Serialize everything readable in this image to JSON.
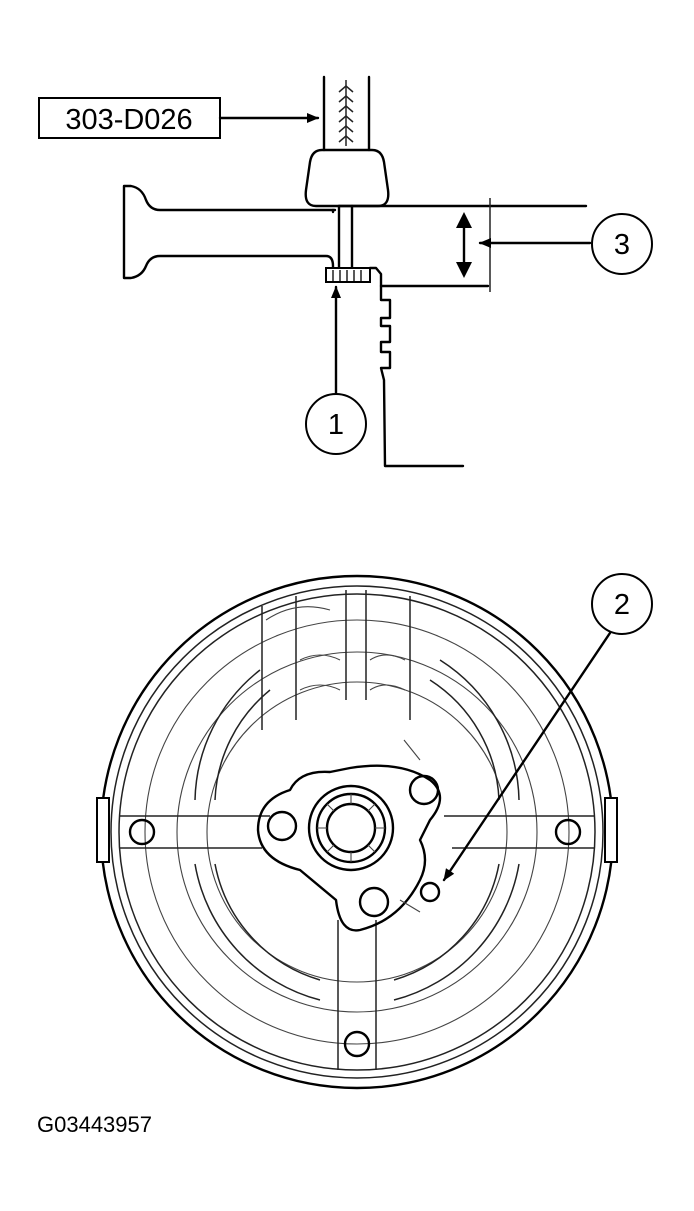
{
  "tool_label": "303-D026",
  "callouts": [
    "1",
    "2",
    "3"
  ],
  "figure_id": "G03443957"
}
